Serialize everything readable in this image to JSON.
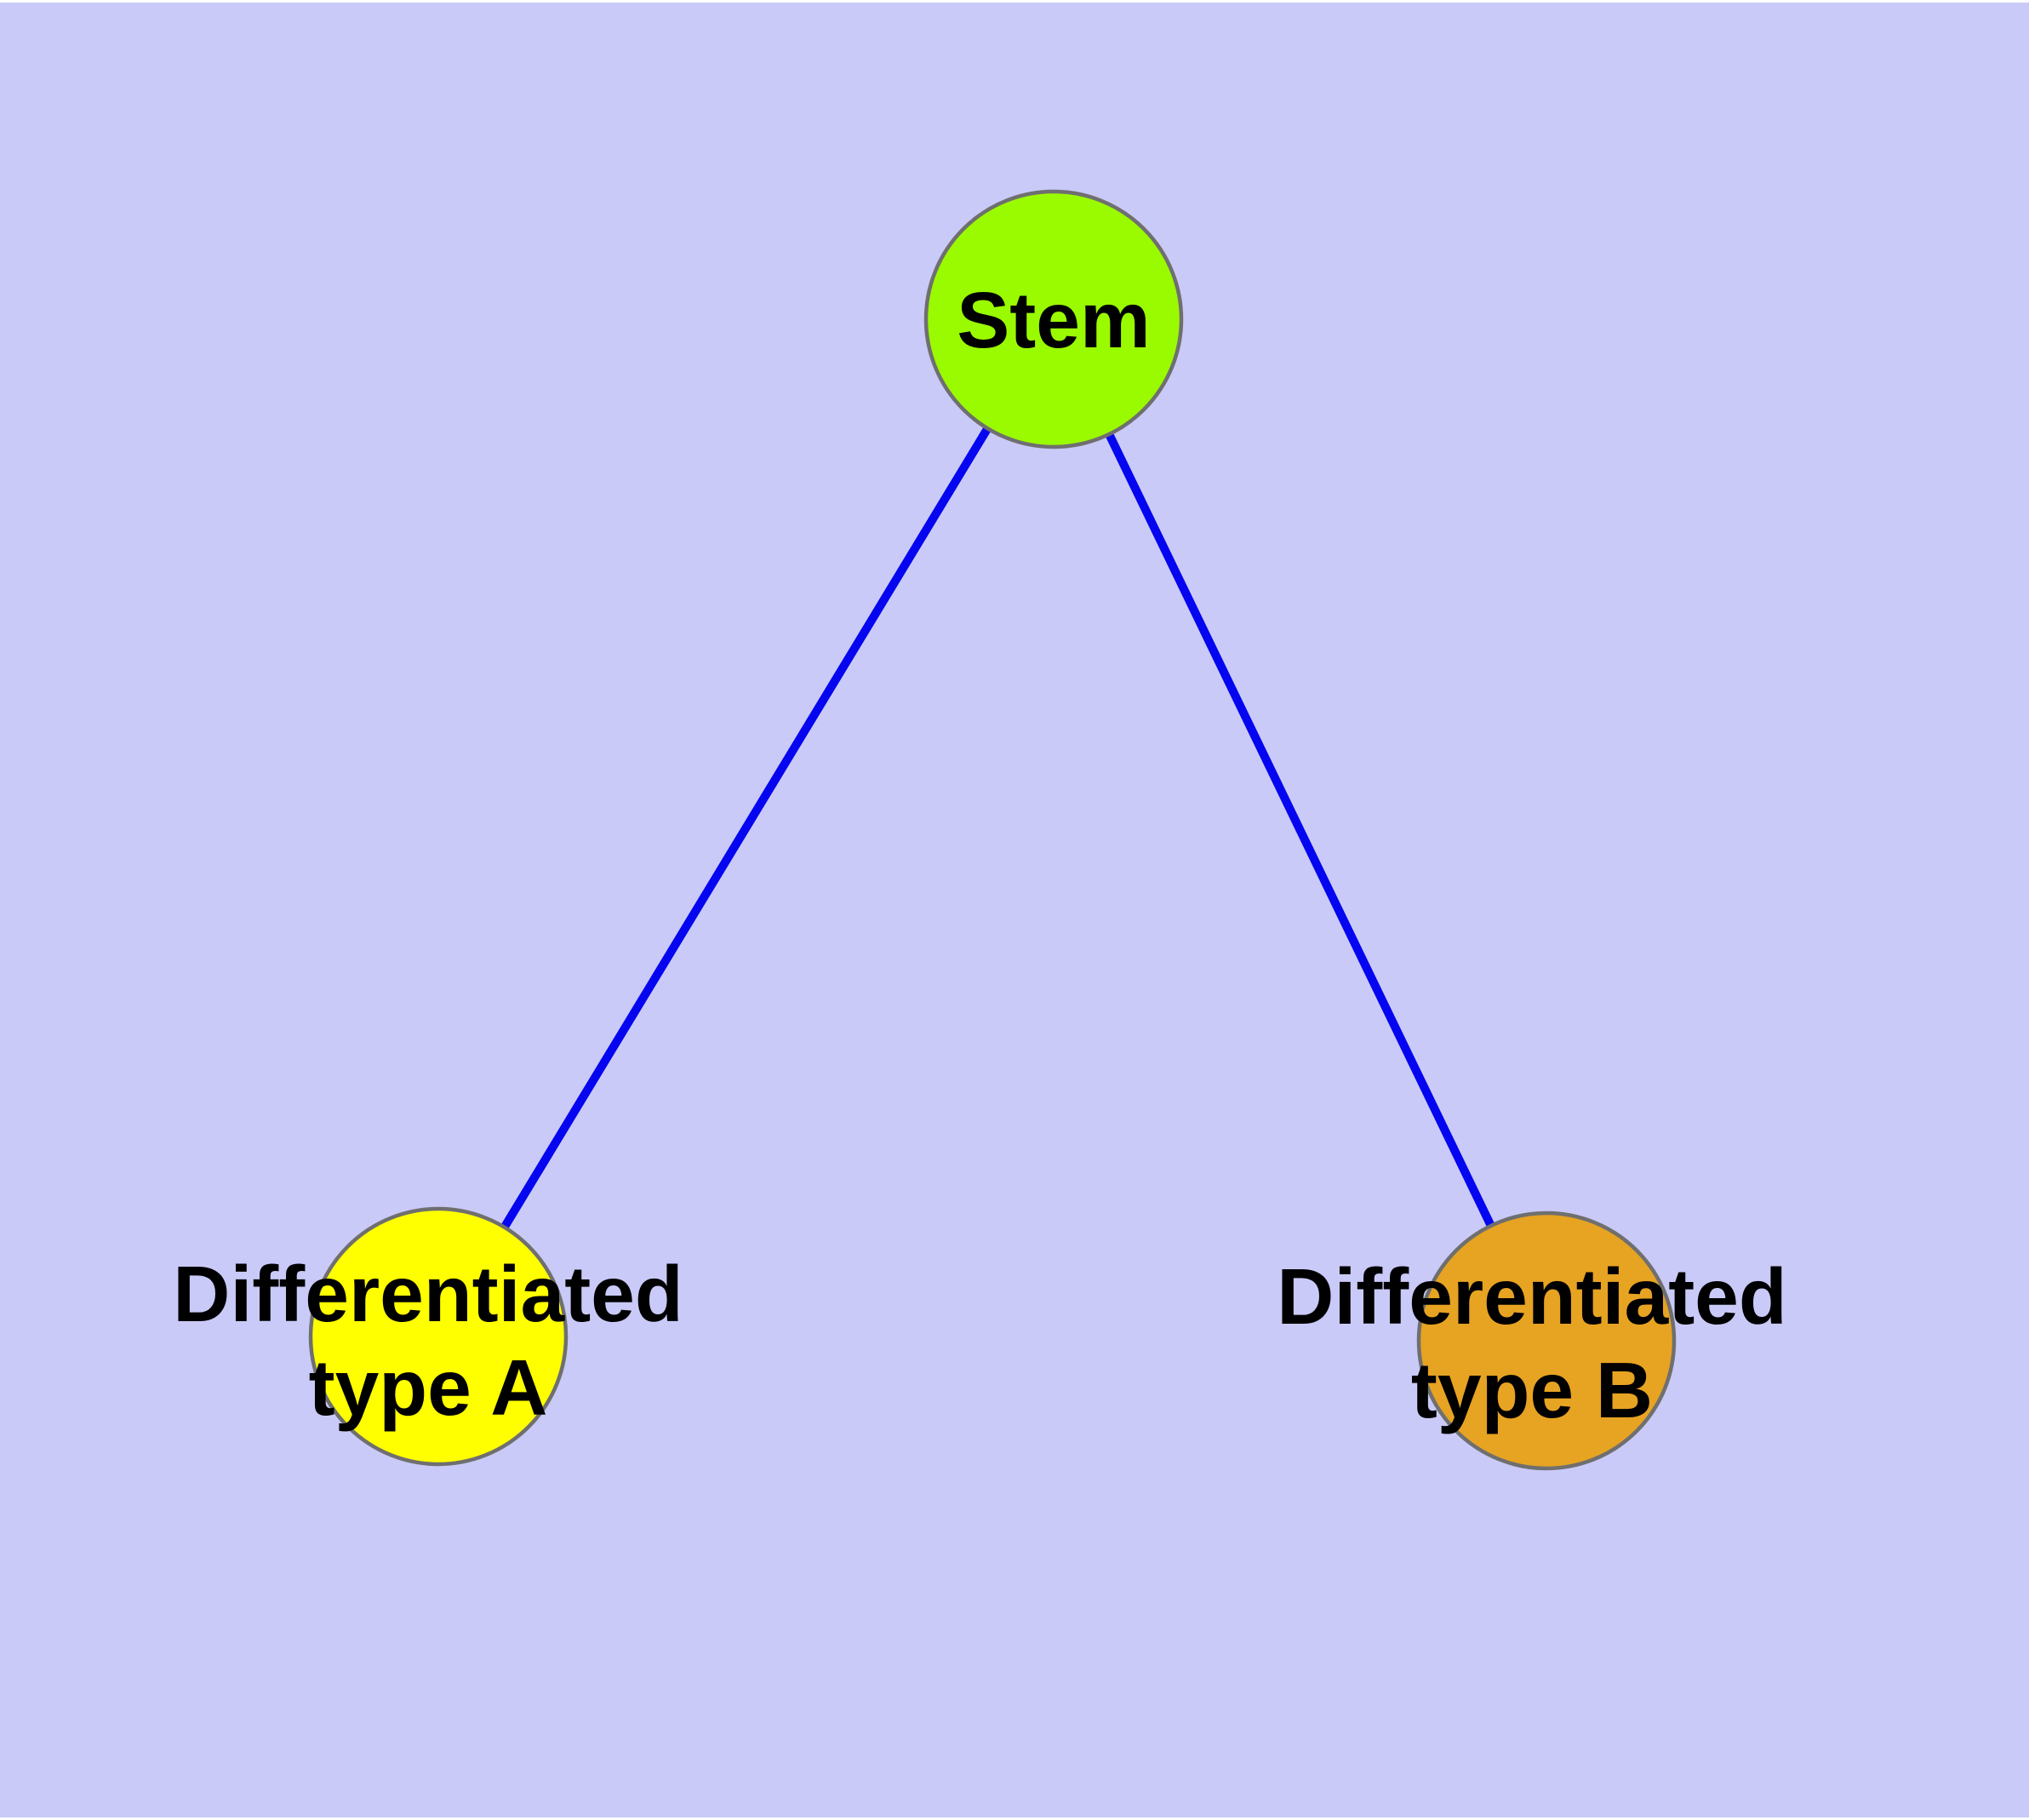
{
  "diagram": {
    "background_color": "#CACAF8",
    "node_border_color": "#6F6F6F",
    "edge_color": "#0505F0",
    "label_color": "#000000",
    "nodes": [
      {
        "id": "stem",
        "lines": [
          "Stem"
        ],
        "fill": "#9AFA00"
      },
      {
        "id": "differentiated-type-a",
        "lines": [
          "Differentiated",
          "type A"
        ],
        "fill": "#FFFF00"
      },
      {
        "id": "differentiated-type-b",
        "lines": [
          "Differentiated",
          "type B"
        ],
        "fill": "#E7A322"
      }
    ],
    "edges": [
      {
        "from": "stem",
        "to": "differentiated-type-a"
      },
      {
        "from": "stem",
        "to": "differentiated-type-b"
      }
    ]
  }
}
